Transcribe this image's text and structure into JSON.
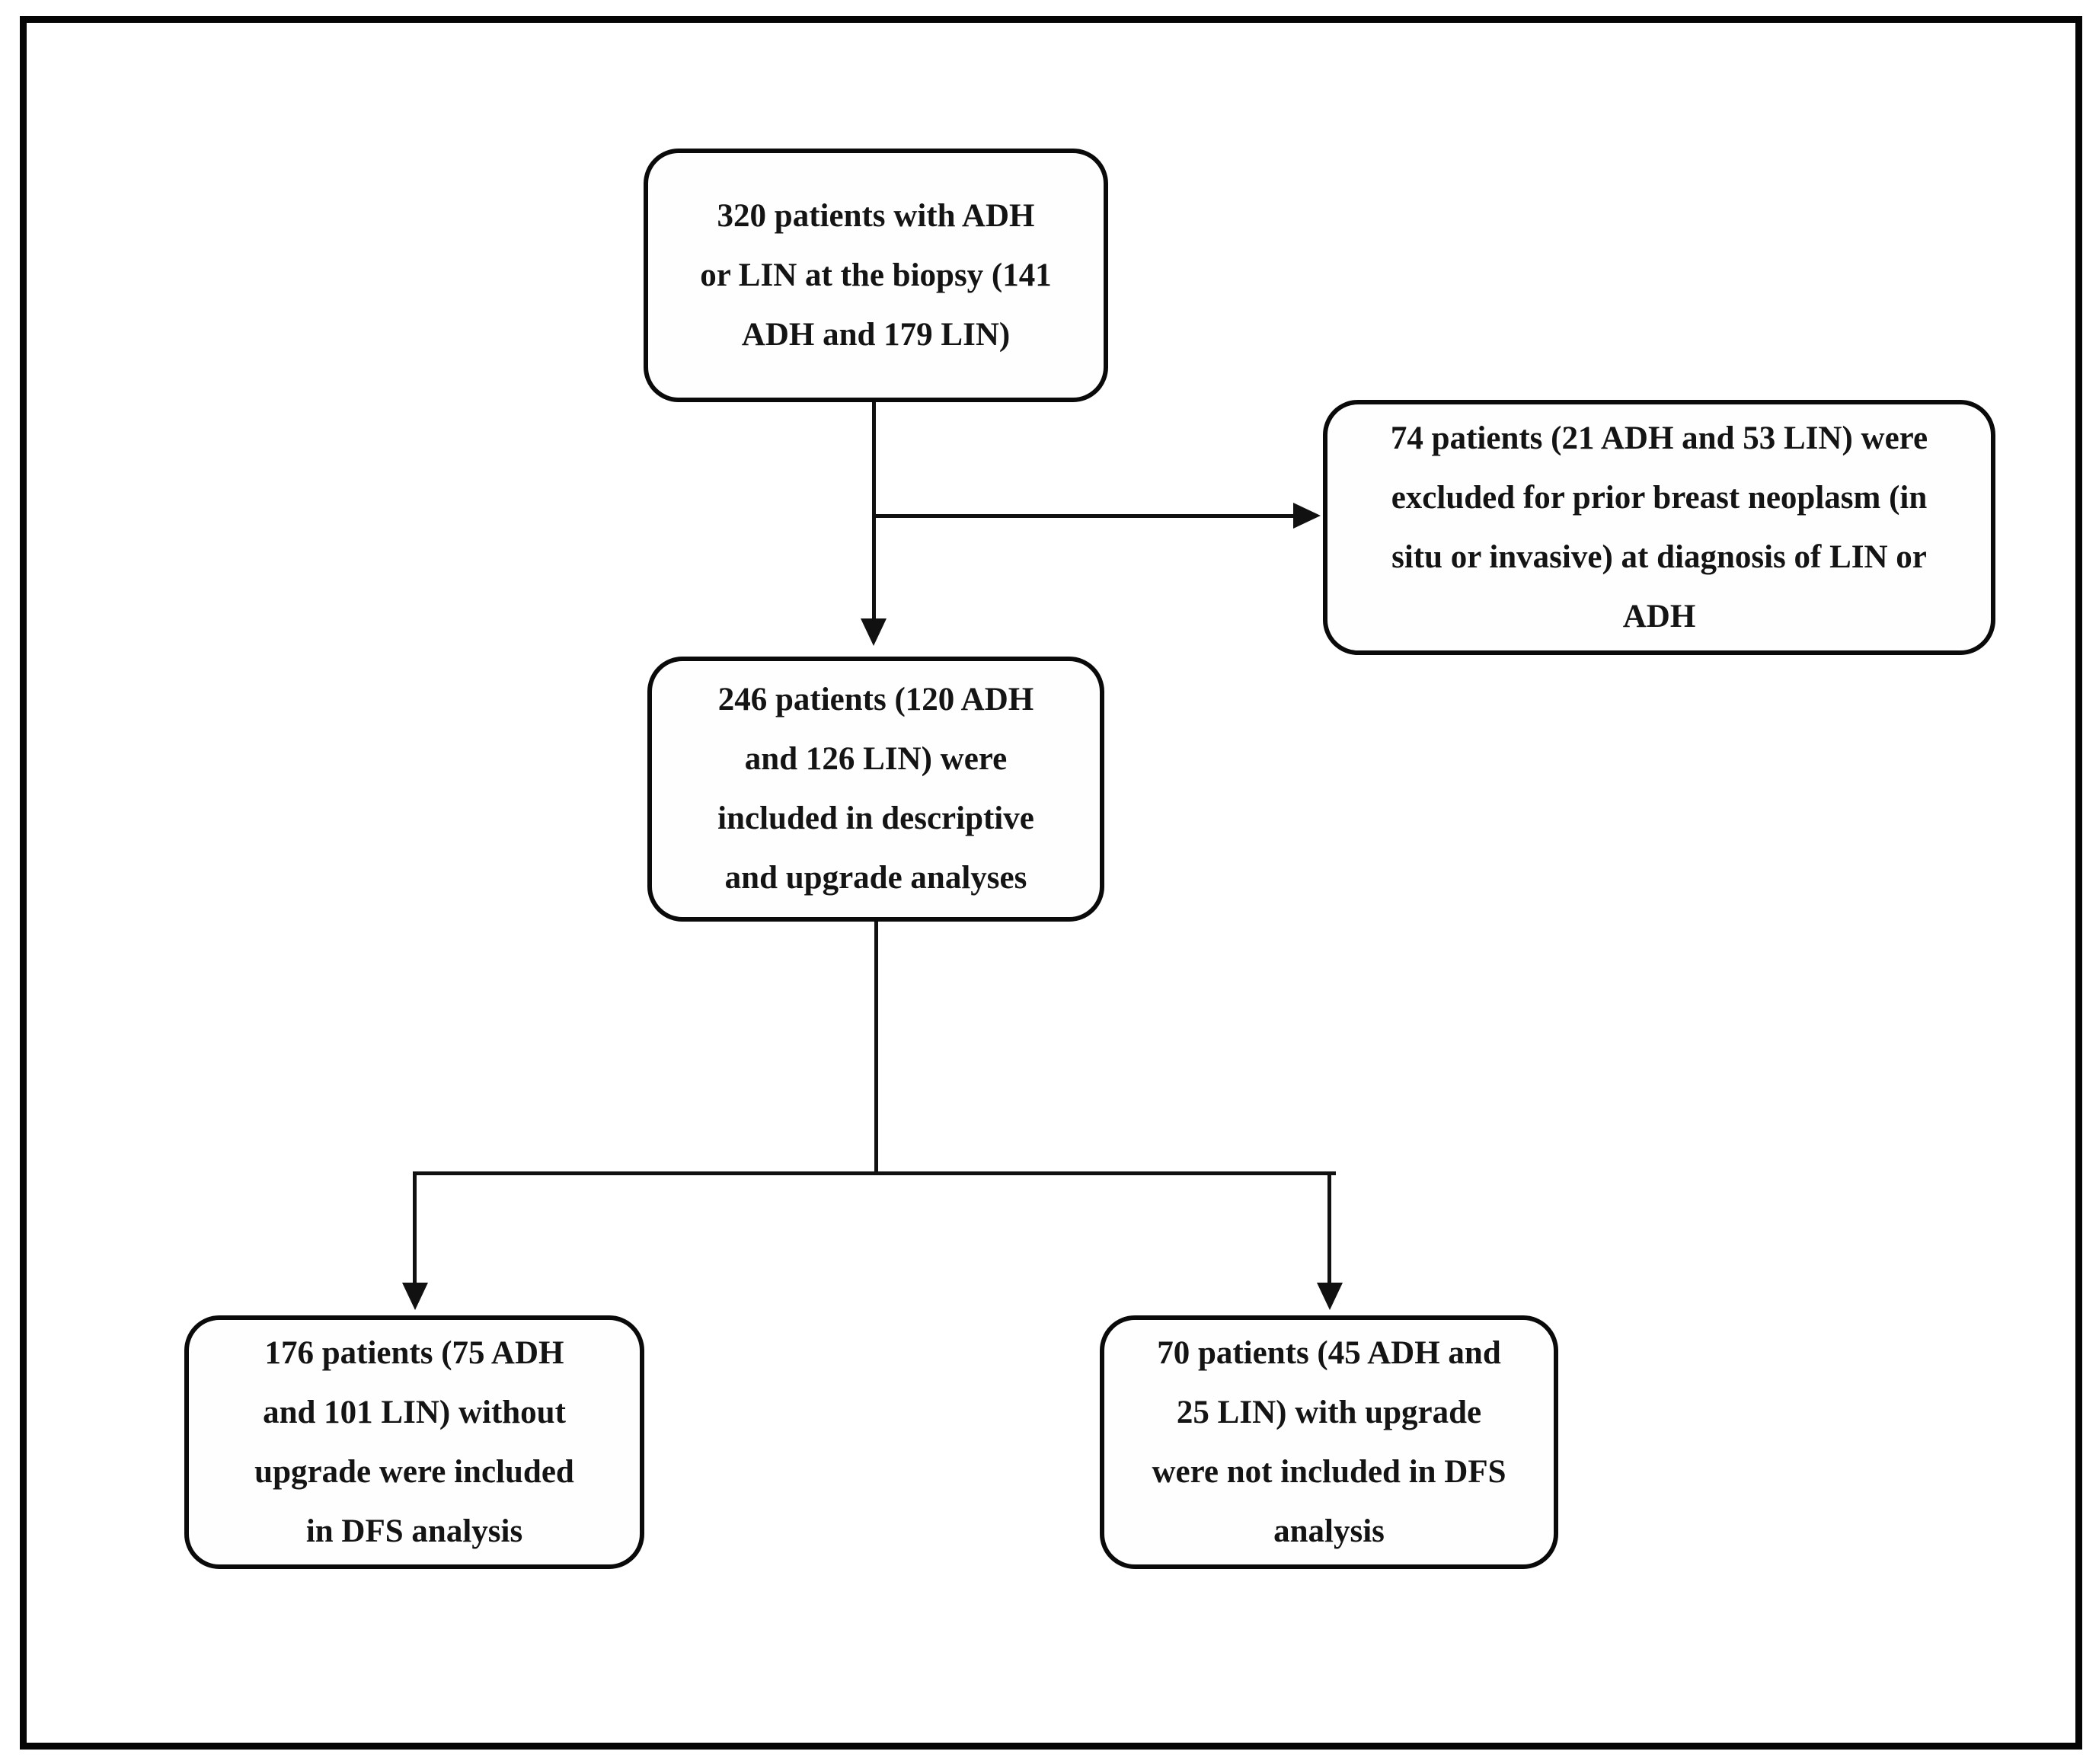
{
  "figure": {
    "type": "flowchart",
    "background_color": "#ffffff",
    "frame_border_color": "#050505",
    "node_border_color": "#0a0a0a",
    "text_color": "#141414",
    "nodes": {
      "top": {
        "text": "320 patients with ADH or LIN at the biopsy (141 ADH and 179 LIN)",
        "lines": [
          "320 patients with ADH",
          "or LIN at the biopsy (141",
          "ADH and 179 LIN)"
        ]
      },
      "excluded": {
        "text": "74 patients (21 ADH and 53 LIN) were excluded for prior breast neoplasm (in situ or invasive) at diagnosis of LIN or ADH",
        "lines": [
          "74 patients (21 ADH and 53 LIN) were",
          "excluded for prior breast neoplasm (in",
          "situ or invasive) at diagnosis of LIN or",
          "ADH"
        ]
      },
      "middle": {
        "text": "246 patients (120 ADH and 126 LIN) were included in descriptive and upgrade analyses",
        "lines": [
          "246 patients (120 ADH",
          "and 126 LIN) were",
          "included in descriptive",
          "and upgrade analyses"
        ]
      },
      "bottom_left": {
        "text": "176 patients (75 ADH and 101 LIN) without upgrade were included in DFS analysis",
        "lines": [
          "176 patients (75 ADH",
          "and 101 LIN) without",
          "upgrade were included",
          "in DFS analysis"
        ]
      },
      "bottom_right": {
        "text": "70 patients (45 ADH and 25 LIN) with upgrade were not included in DFS analysis",
        "lines": [
          "70 patients (45 ADH and",
          "25 LIN) with upgrade",
          "were not included in DFS",
          "analysis"
        ]
      }
    },
    "edges": [
      {
        "from": "top",
        "to": "middle",
        "style": "arrow"
      },
      {
        "from": "top",
        "to": "excluded",
        "style": "arrow"
      },
      {
        "from": "middle",
        "to": "bottom_left",
        "style": "arrow"
      },
      {
        "from": "middle",
        "to": "bottom_right",
        "style": "arrow"
      }
    ]
  }
}
